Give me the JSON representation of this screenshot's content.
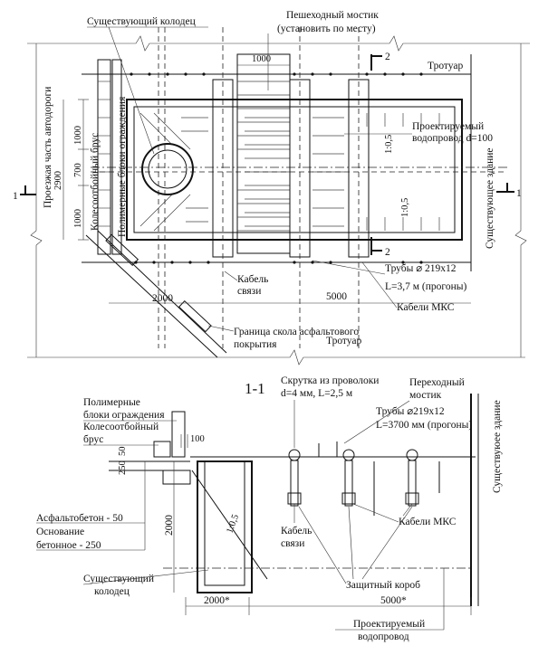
{
  "plan": {
    "labels": {
      "existing_well": "Существующий колодец",
      "footbridge_line1": "Пешеходный мостик",
      "footbridge_line2": "(установить по месту)",
      "sidewalk_top": "Тротуар",
      "sidewalk_bottom": "Тротуар",
      "carriageway": "Проезжая часть автодороги",
      "wheel_guard": "Колесоотбойный брус",
      "polymer_blocks": "Полимерные блоки ограждения",
      "designed_water_line1": "Проектируемый",
      "designed_water_line2": "водопровод d=100",
      "existing_building": "Существующее здание",
      "pipes": "Трубы ⌀ 219x12",
      "pipes_length": "L=3,7 м (прогоны)",
      "cable_line1": "Кабель",
      "cable_line2": "связи",
      "cables_mks": "Кабели МКС",
      "asphalt_edge_line1": "Граница скола асфальтового",
      "asphalt_edge_line2": "покрытия"
    },
    "dims": {
      "bridge_width": "1000",
      "overall_left": "2900",
      "d_1000_top": "1000",
      "d_700": "700",
      "d_1000_bottom": "1000",
      "bottom_2000": "2000",
      "bottom_5000": "5000",
      "slope_a": "1:0,5",
      "slope_b": "1:0,5"
    },
    "cuts": {
      "cut_left": "1",
      "cut_right": "1",
      "cut_top": "2",
      "cut_bottom": "2"
    }
  },
  "section": {
    "title": "1-1",
    "labels": {
      "polymer_line1": "Полимерные",
      "polymer_line2": "блоки ограждения",
      "wheel_line1": "Колесоотбойный",
      "wheel_line2": "брус",
      "twist_line1": "Скрутка из проволоки",
      "twist_line2": "d=4 мм, L=2,5 м",
      "crossing_line1": "Переходный",
      "crossing_line2": "мостик",
      "pipes": "Трубы ⌀219x12",
      "pipes_length": "L=3700 мм (прогоны)",
      "existing_building": "Существуюее здание",
      "asphalt": "Асфальтобетон - 50",
      "base_line1": "Основание",
      "base_line2": "бетонное - 250",
      "cable_line1": "Кабель",
      "cable_line2": "связи",
      "cables_mks": "Кабели МКС",
      "protective_box": "Защитный короб",
      "existing_well_line1": "Существующий",
      "existing_well_line2": "колодец",
      "designed_water_line1": "Проектируемый",
      "designed_water_line2": "водопровод"
    },
    "dims": {
      "d_100": "100",
      "d_250": "250",
      "d_50": "50",
      "d_2000_vertical": "2000",
      "d_2000_bottom": "2000*",
      "d_5000_bottom": "5000*",
      "slope": "1:0,5"
    }
  }
}
